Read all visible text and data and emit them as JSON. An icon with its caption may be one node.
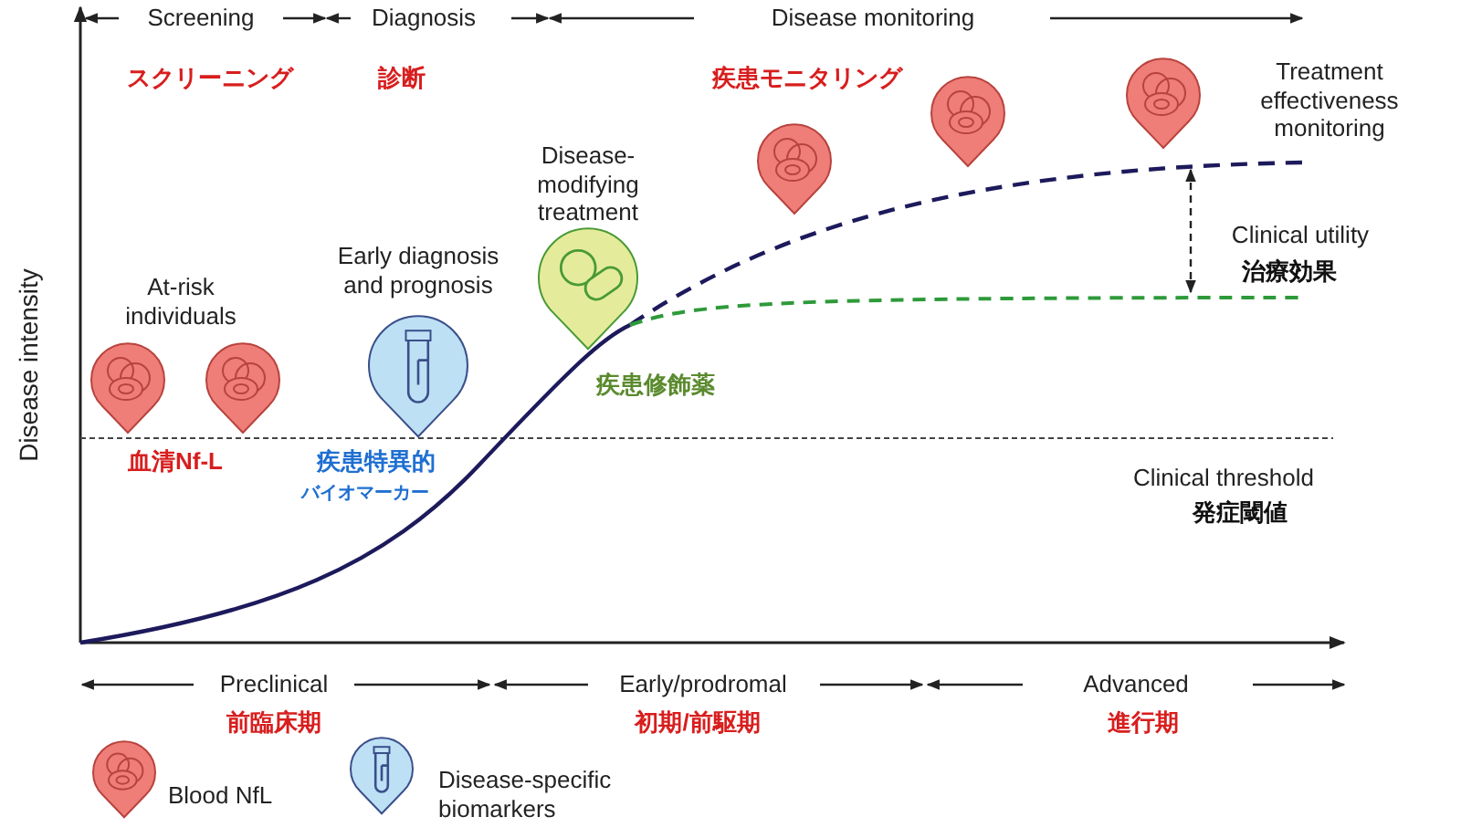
{
  "diagram": {
    "labels": [
      "Screening",
      "Diagnosis",
      "Disease monitoring",
      "スクリーニング",
      "診断",
      "疾患モニタリング",
      "Treatment effectiveness monitoring",
      "Disease-modifying treatment",
      "Early diagnosis and prognosis",
      "At-risk individuals",
      "Clinical utility",
      "治療効果",
      "疾患修飾薬",
      "Disease intensity",
      "血清Nf-L",
      "疾患特異的",
      "バイオマーカー",
      "Clinical threshold",
      "発症閾値",
      "Preclinical",
      "Early/prodromal",
      "Advanced",
      "前臨床期",
      "初期/前駆期",
      "進行期"
    ],
    "legend": [
      {
        "text": "Blood NfL"
      },
      {
        "text": "Disease-specific biomarkers"
      }
    ]
  }
}
